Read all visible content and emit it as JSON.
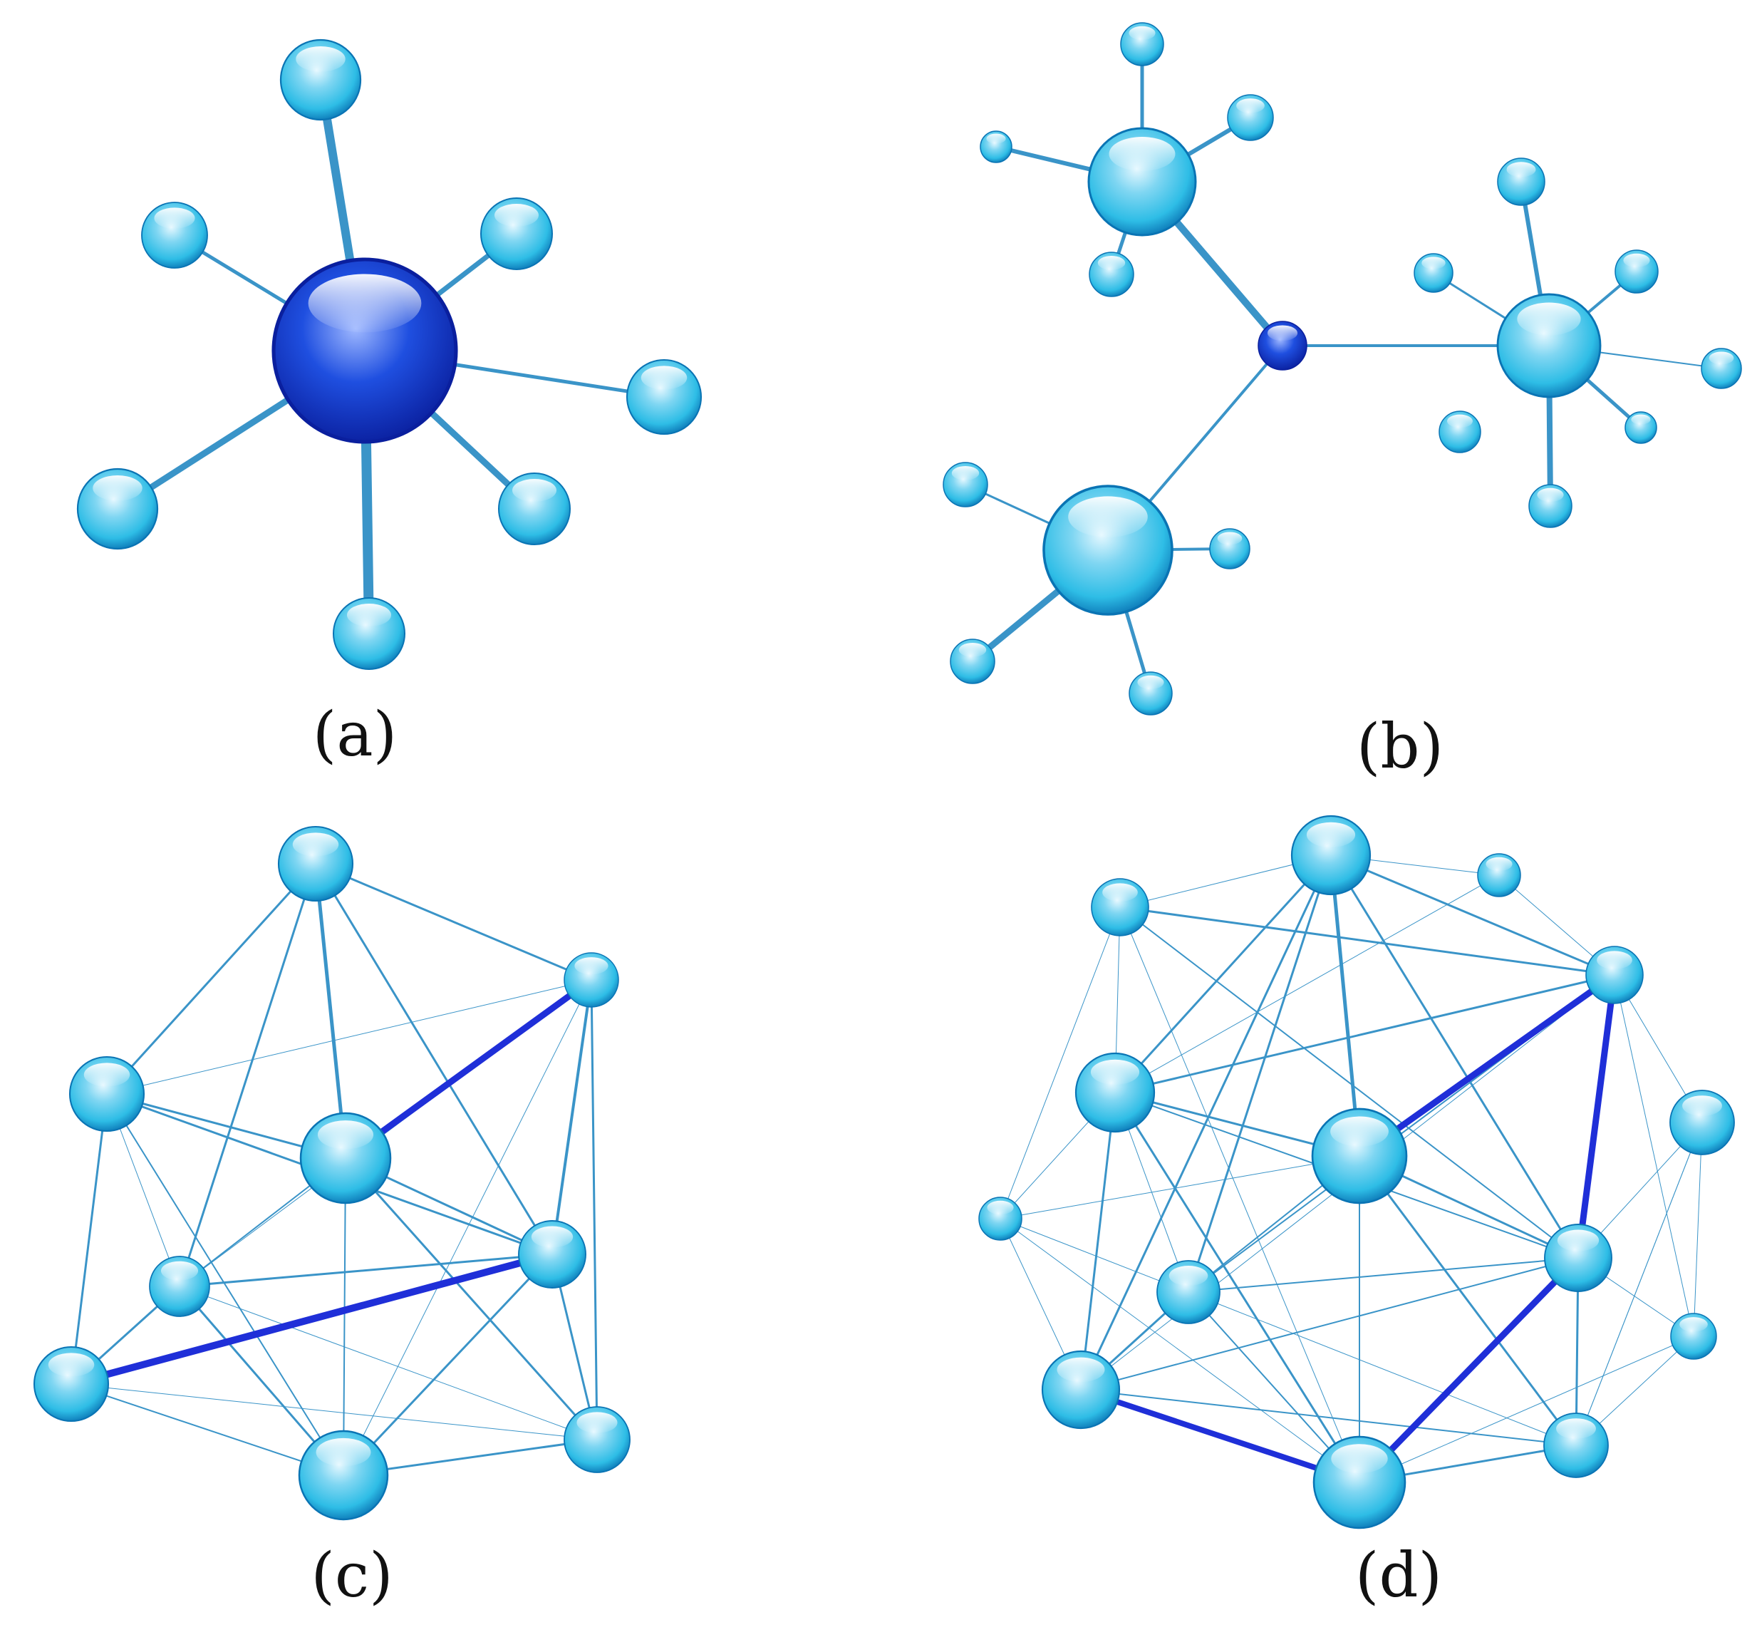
{
  "figure": {
    "panels": [
      {
        "id": "a",
        "caption": "(a)",
        "topology": "star"
      },
      {
        "id": "b",
        "caption": "(b)",
        "topology": "hierarchical"
      },
      {
        "id": "c",
        "caption": "(c)",
        "topology": "mesh"
      },
      {
        "id": "d",
        "caption": "(d)",
        "topology": "dense-mesh"
      }
    ],
    "colors": {
      "node_light": "#e6f8ff",
      "node_mid": "#2ebde6",
      "node_dark": "#0a74b4",
      "hub_light": "#9fb8ff",
      "hub_mid": "#1f4fe0",
      "hub_dark": "#0a1f9e",
      "edge": "#3a94c8",
      "edge_highlight": "#1f2fd8",
      "caption": "#111111",
      "background": "#ffffff"
    }
  }
}
